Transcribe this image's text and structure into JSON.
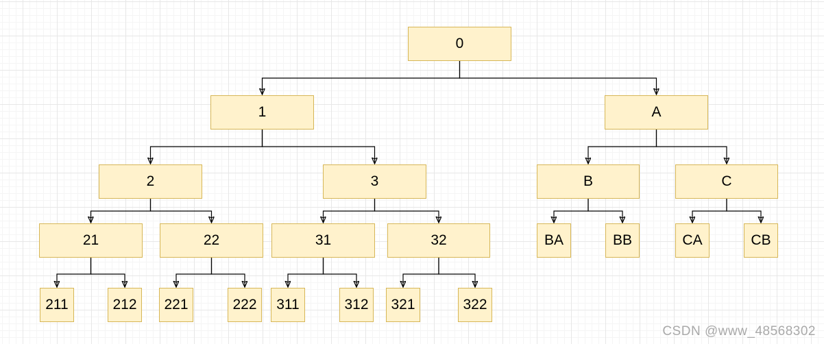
{
  "diagram": {
    "type": "tree",
    "nodes": {
      "n0": {
        "label": "0"
      },
      "n1": {
        "label": "1"
      },
      "nA": {
        "label": "A"
      },
      "n2": {
        "label": "2"
      },
      "n3": {
        "label": "3"
      },
      "nB": {
        "label": "B"
      },
      "nC": {
        "label": "C"
      },
      "n21": {
        "label": "21"
      },
      "n22": {
        "label": "22"
      },
      "n31": {
        "label": "31"
      },
      "n32": {
        "label": "32"
      },
      "nBA": {
        "label": "BA"
      },
      "nBB": {
        "label": "BB"
      },
      "nCA": {
        "label": "CA"
      },
      "nCB": {
        "label": "CB"
      },
      "n211": {
        "label": "211"
      },
      "n212": {
        "label": "212"
      },
      "n221": {
        "label": "221"
      },
      "n222": {
        "label": "222"
      },
      "n311": {
        "label": "311"
      },
      "n312": {
        "label": "312"
      },
      "n321": {
        "label": "321"
      },
      "n322": {
        "label": "322"
      }
    },
    "edges": [
      [
        "0",
        "1"
      ],
      [
        "0",
        "A"
      ],
      [
        "1",
        "2"
      ],
      [
        "1",
        "3"
      ],
      [
        "A",
        "B"
      ],
      [
        "A",
        "C"
      ],
      [
        "2",
        "21"
      ],
      [
        "2",
        "22"
      ],
      [
        "3",
        "31"
      ],
      [
        "3",
        "32"
      ],
      [
        "B",
        "BA"
      ],
      [
        "B",
        "BB"
      ],
      [
        "C",
        "CA"
      ],
      [
        "C",
        "CB"
      ],
      [
        "21",
        "211"
      ],
      [
        "21",
        "212"
      ],
      [
        "22",
        "221"
      ],
      [
        "22",
        "222"
      ],
      [
        "31",
        "311"
      ],
      [
        "31",
        "312"
      ],
      [
        "32",
        "321"
      ],
      [
        "32",
        "322"
      ]
    ],
    "colors": {
      "node_fill": "#FFF2CC",
      "node_border": "#D6B656",
      "connector": "#000000",
      "grid_minor": "#F5F5F5",
      "grid_major": "#E7E7E7",
      "watermark": "#A9A9A9"
    }
  },
  "watermark": {
    "text": "CSDN @www_48568302"
  }
}
